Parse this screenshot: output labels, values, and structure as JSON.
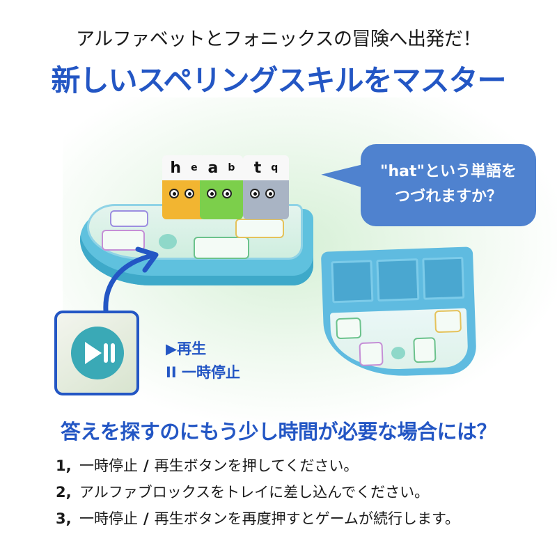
{
  "header": {
    "subtitle": "アルファベットとフォニックスの冒険へ出発だ！",
    "title": "新しいスペリングスキルをマスター"
  },
  "toy": {
    "blocks": [
      {
        "letters": [
          "h",
          "e"
        ],
        "color": "#f2b531"
      },
      {
        "letters": [
          "a",
          "b"
        ],
        "color": "#7ccf4b"
      },
      {
        "letters": [
          "t",
          "q"
        ],
        "color": "#a9b4c4"
      }
    ]
  },
  "speech_bubble": {
    "line1": "\"hat\"という単語を",
    "line2": "つづれますか？"
  },
  "control_legend": {
    "play": "▶再生",
    "pause": "II 一時停止"
  },
  "question": "答えを探すのにもう少し時間が必要な場合には？",
  "steps": [
    {
      "num": "1,",
      "pre": "一時停止",
      "slash": "/",
      "text": "再生ボタンを押してください。"
    },
    {
      "num": "2,",
      "pre": "",
      "slash": "",
      "text": "アルファブロックスをトレイに差し込んでください。"
    },
    {
      "num": "3,",
      "pre": "一時停止",
      "slash": "/",
      "text": "再生ボタンを再度押すとゲームが続行します。"
    }
  ],
  "colors": {
    "brand_blue": "#2356c4",
    "bubble_blue": "#4f82cf",
    "toy_blue": "#5fc1de",
    "button_teal": "#3aa9b6"
  }
}
